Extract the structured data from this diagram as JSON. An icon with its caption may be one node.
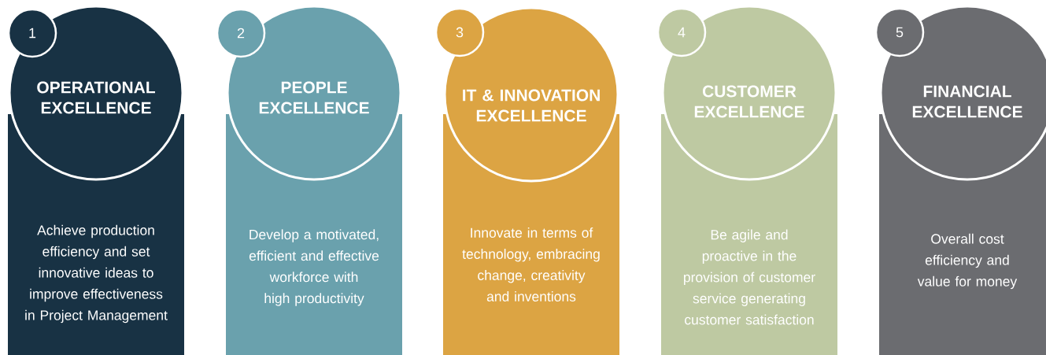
{
  "diagram": {
    "nodes": [
      {
        "text": [
          "1"
        ]
      },
      {
        "text": [
          "OPERATIONAL EXCELLENCE",
          "Achieve production efficiency and set innovative ideas to improve effectiveness in Project Management"
        ]
      },
      {
        "text": [
          "2"
        ]
      },
      {
        "text": [
          "PEOPLE EXCELLENCE",
          "Develop a motivated, efficient and effective workforce with high productivity"
        ]
      },
      {
        "text": [
          "3"
        ]
      },
      {
        "text": [
          "IT & INNOVATION EXCELLENCE",
          "Innovate in terms of technology, embracing change, creativity and inventions"
        ]
      },
      {
        "text": [
          "4"
        ]
      },
      {
        "text": [
          "CUSTOMER EXCELLENCE",
          "Be agile and proactive in the provision of customer service generating customer satisfaction"
        ]
      },
      {
        "text": [
          "5"
        ]
      },
      {
        "text": [
          "FINANCIAL EXCELLENCE",
          "Overall cost efficiency and value for money"
        ]
      }
    ]
  }
}
